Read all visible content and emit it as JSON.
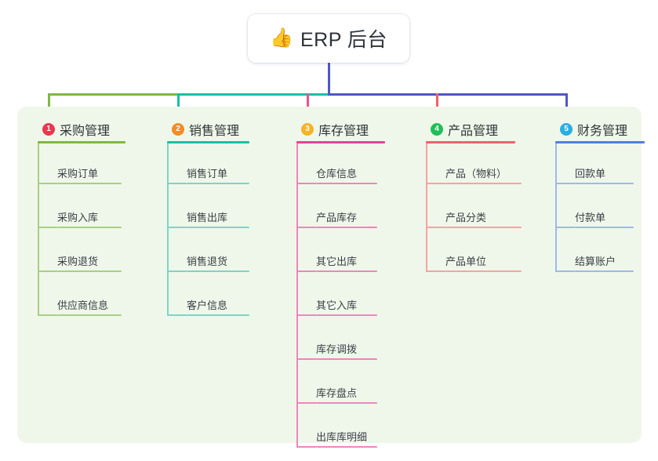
{
  "root": {
    "emoji": "👍",
    "emoji_name": "thumbs-up-icon",
    "title": "ERP 后台"
  },
  "theme": {
    "canvas_bg": "#ffffff",
    "panel_bg": "#eff7ea",
    "text": "#2f3438",
    "trunk_color": "#4f57c4"
  },
  "connector": {
    "segments": [
      {
        "name": "green-segment",
        "color": "#7fb842"
      },
      {
        "name": "teal-segment",
        "color": "#18bfa8"
      },
      {
        "name": "blue-segment",
        "color": "#4f57c4"
      }
    ]
  },
  "columns": [
    {
      "index": "1",
      "title": "采购管理",
      "badge_color": "#e8384f",
      "line_color": "#7fb842",
      "leaf_line_color": "#a8cf83",
      "drop_color": "#7fb842",
      "items": [
        {
          "label": "采购订单"
        },
        {
          "label": "采购入库"
        },
        {
          "label": "采购退货"
        },
        {
          "label": "供应商信息"
        }
      ]
    },
    {
      "index": "2",
      "title": "销售管理",
      "badge_color": "#f28c28",
      "line_color": "#18bfa8",
      "leaf_line_color": "#7ed4c6",
      "drop_color": "#18bfa8",
      "items": [
        {
          "label": "销售订单"
        },
        {
          "label": "销售出库"
        },
        {
          "label": "销售退货"
        },
        {
          "label": "客户信息"
        }
      ]
    },
    {
      "index": "3",
      "title": "库存管理",
      "badge_color": "#f5b325",
      "line_color": "#e8419a",
      "leaf_line_color": "#ef85bd",
      "drop_color": "#f0508f",
      "items": [
        {
          "label": "仓库信息"
        },
        {
          "label": "产品库存"
        },
        {
          "label": "其它出库"
        },
        {
          "label": "其它入库"
        },
        {
          "label": "库存调拨"
        },
        {
          "label": "库存盘点"
        },
        {
          "label": "出库库明细"
        }
      ]
    },
    {
      "index": "4",
      "title": "产品管理",
      "badge_color": "#21bf5b",
      "line_color": "#f1626a",
      "leaf_line_color": "#f7a2a4",
      "drop_color": "#f1626a",
      "items": [
        {
          "label": "产品（物料）"
        },
        {
          "label": "产品分类"
        },
        {
          "label": "产品单位"
        }
      ]
    },
    {
      "index": "5",
      "title": "财务管理",
      "badge_color": "#29aee4",
      "line_color": "#4f7fe0",
      "leaf_line_color": "#9fb8ea",
      "drop_color": "#4f57c4",
      "items": [
        {
          "label": "回款单"
        },
        {
          "label": "付款单"
        },
        {
          "label": "结算账户"
        }
      ]
    }
  ]
}
